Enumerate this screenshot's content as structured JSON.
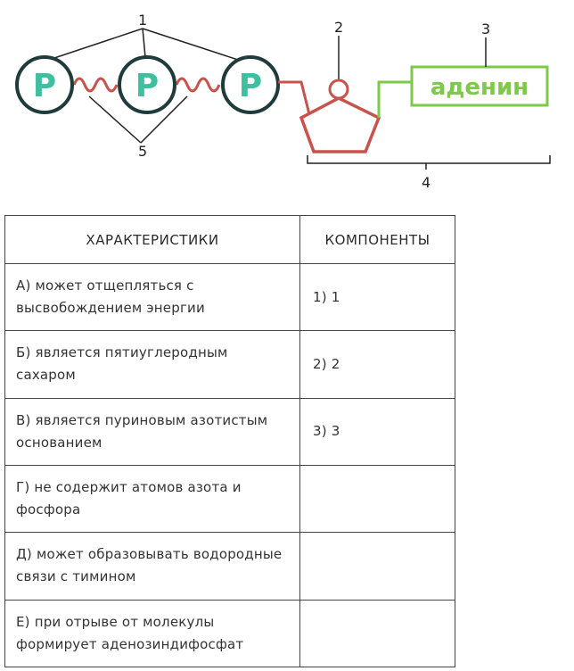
{
  "diagram": {
    "phosphate_letter": "P",
    "adenine": "аденин",
    "labels": {
      "n1": "1",
      "n2": "2",
      "n3": "3",
      "n4": "4",
      "n5": "5"
    },
    "colors": {
      "phosphate_fill": "#3dbfa0",
      "phosphate_stroke": "#1f3b3b",
      "bond": "#c8524c",
      "ribose": "#c8524c",
      "adenine": "#7ec84a"
    }
  },
  "table": {
    "headers": {
      "characteristics": "ХАРАКТЕРИСТИКИ",
      "components": "КОМПОНЕНТЫ"
    },
    "rows": [
      {
        "char": "А) может отщепляться с высвобождением энергии",
        "comp": "1) 1"
      },
      {
        "char": "Б) является пятиуглеродным сахаром",
        "comp": "2) 2"
      },
      {
        "char": "В) является пуриновым азотистым основанием",
        "comp": "3) 3"
      },
      {
        "char": "Г) не содержит атомов азота и фосфора",
        "comp": ""
      },
      {
        "char": "Д) может образовывать водородные связи с тимином",
        "comp": ""
      },
      {
        "char": "Е) при отрыве от молекулы формирует аденозиндифосфат",
        "comp": ""
      }
    ]
  }
}
